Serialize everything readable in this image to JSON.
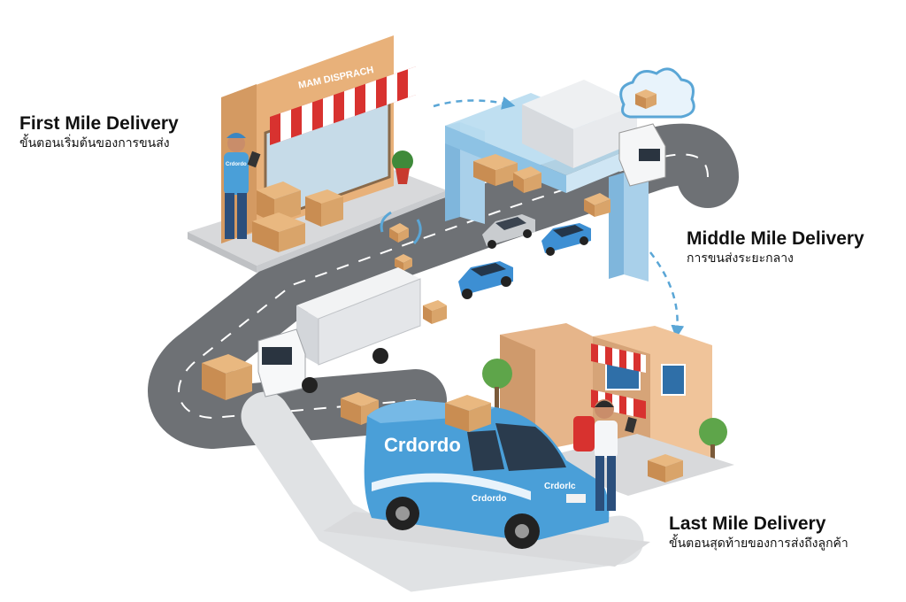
{
  "stages": [
    {
      "title": "First Mile Delivery",
      "subtitle": "ขั้นตอนเริ่มต้นของการขนส่ง"
    },
    {
      "title": "Middle Mile Delivery",
      "subtitle": "การขนส่งระยะกลาง"
    },
    {
      "title": "Last Mile Delivery",
      "subtitle": "ขั้นตอนสุดท้ายของการส่งถึงลูกค้า"
    }
  ],
  "store_sign": "MAM DISPRACH",
  "van_brand": "Crdordo",
  "van_side_text": "Crdordo",
  "van_door_text": "Crdorlc",
  "worker_shirt_text": "Crdordo",
  "colors": {
    "accent_blue": "#4a90c9",
    "awning_red": "#d8322f",
    "road": "#6e7175",
    "box": "#d9a46a"
  }
}
